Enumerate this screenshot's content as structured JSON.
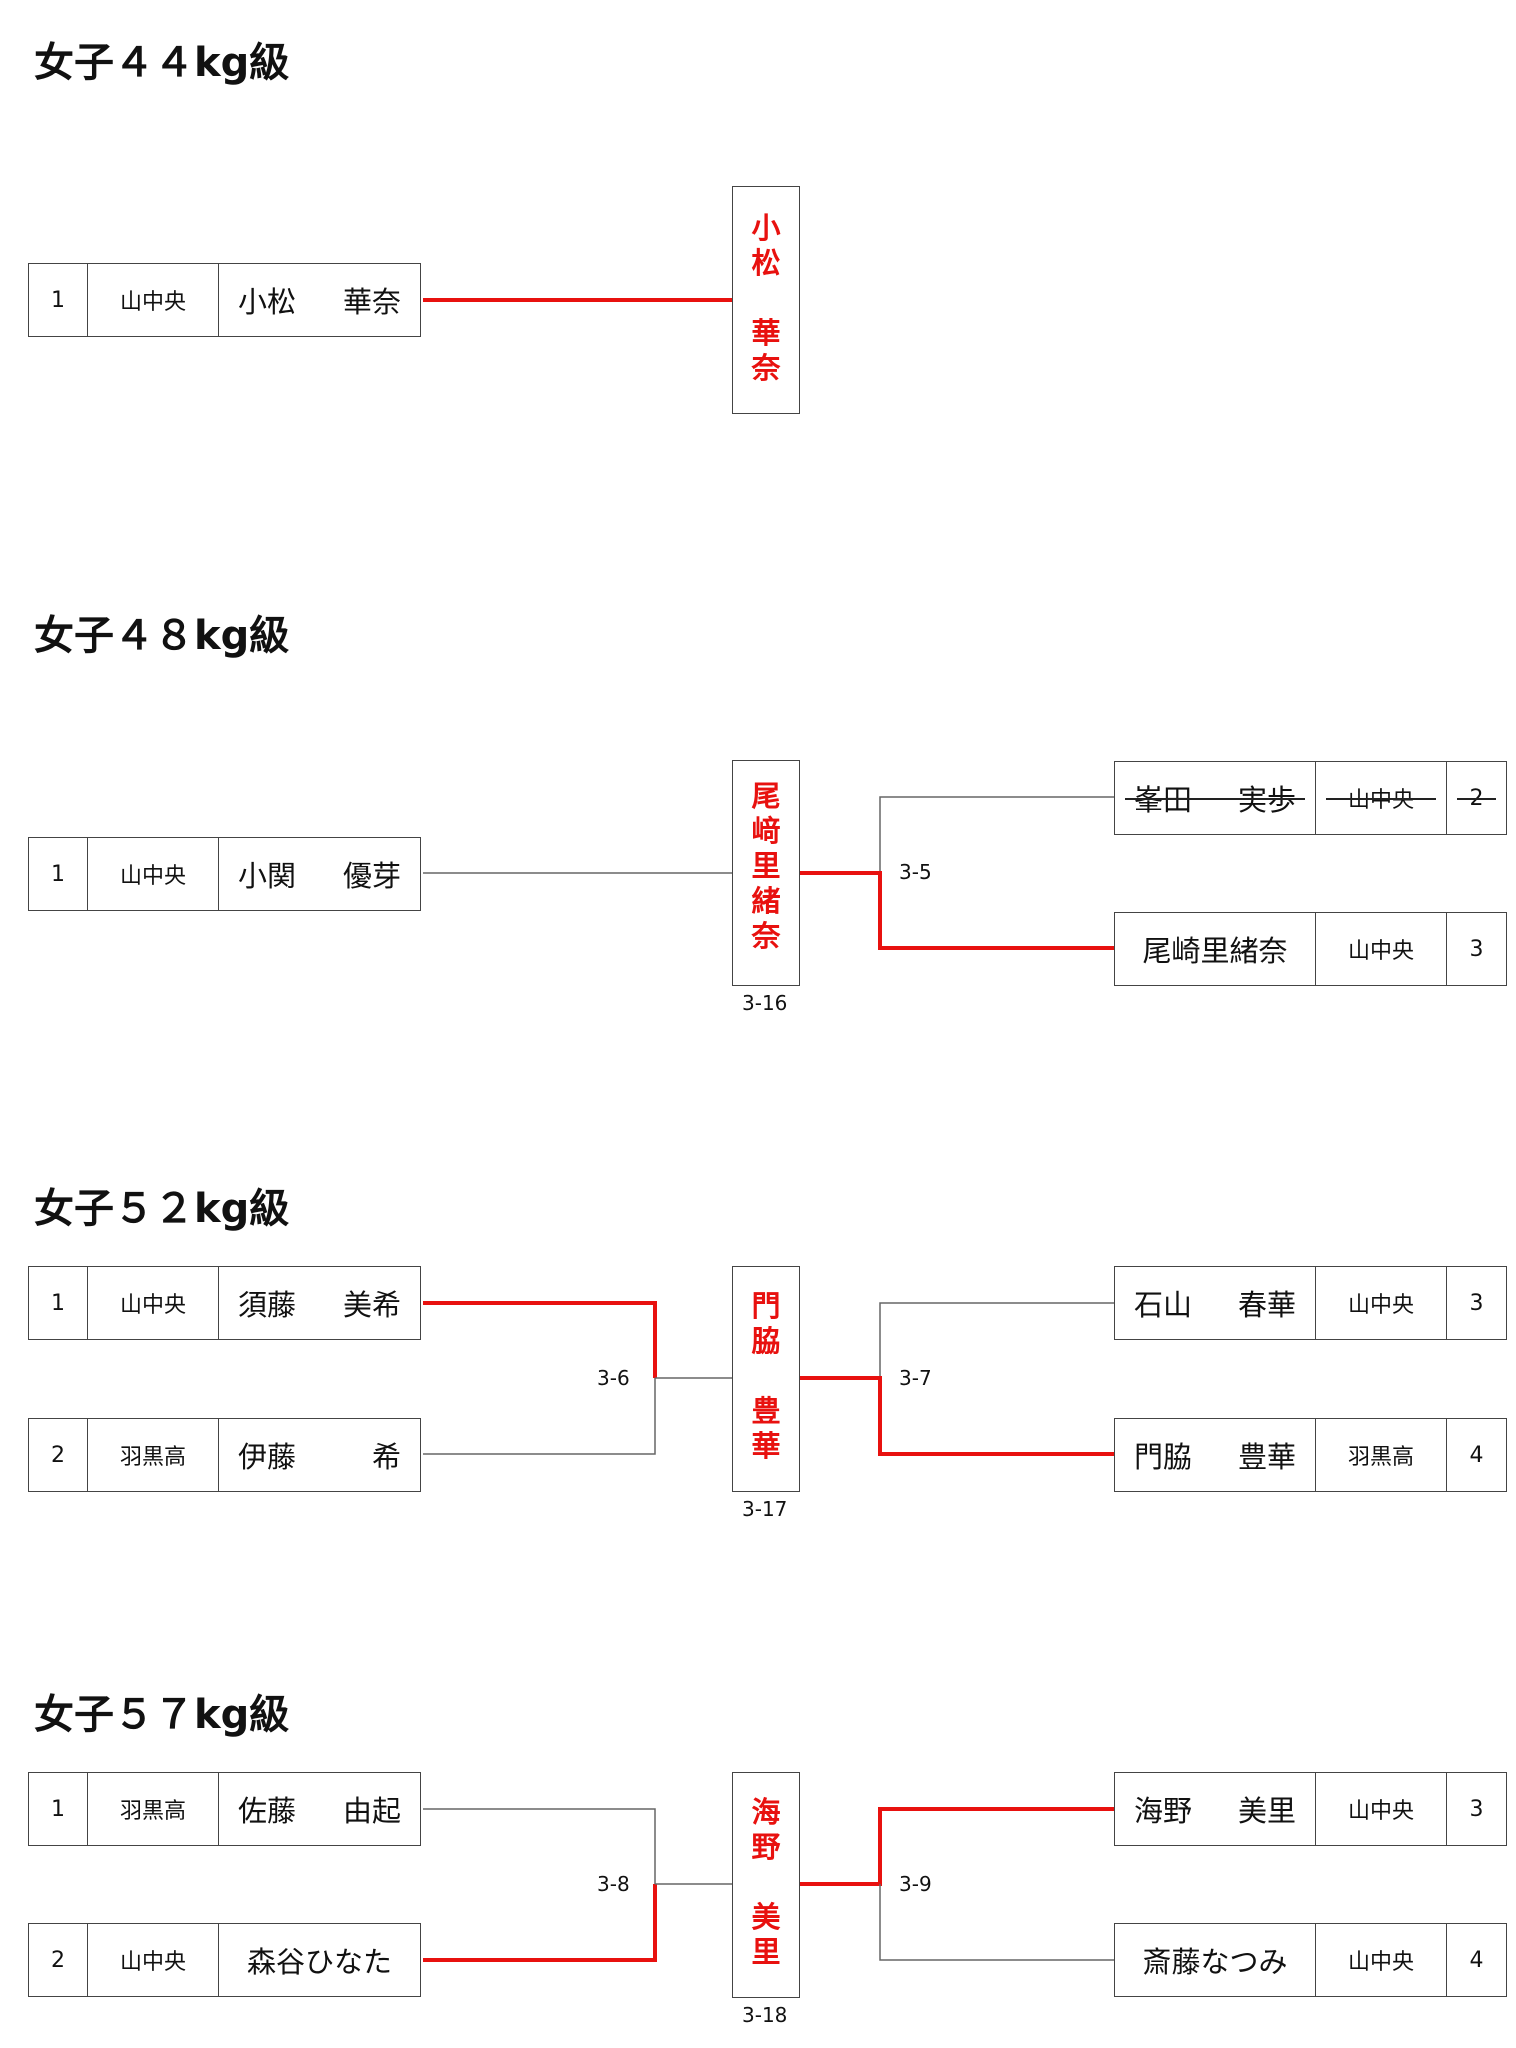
{
  "colors": {
    "win": "#e8110f",
    "line": "#666666",
    "text": "#111111"
  },
  "divisions": [
    {
      "title": "女子４４kg級",
      "left": [
        {
          "seed": "1",
          "school": "山中央",
          "name": [
            "小松",
            "華奈"
          ]
        }
      ],
      "champion": [
        "小",
        "松",
        "",
        "華",
        "奈"
      ]
    },
    {
      "title": "女子４８kg級",
      "left": [
        {
          "seed": "1",
          "school": "山中央",
          "name": [
            "小関",
            "優芽"
          ]
        }
      ],
      "right": [
        {
          "seed": "2",
          "school": "山中央",
          "name": [
            "峯田",
            "実歩"
          ]
        },
        {
          "seed": "3",
          "school": "山中央",
          "name": [
            "尾崎里緒奈"
          ]
        }
      ],
      "champion": [
        "尾",
        "﨑",
        "里",
        "緒",
        "奈"
      ],
      "matches": {
        "right": "3-5",
        "final": "3-16"
      }
    },
    {
      "title": "女子５２kg級",
      "left": [
        {
          "seed": "1",
          "school": "山中央",
          "name": [
            "須藤",
            "美希"
          ]
        },
        {
          "seed": "2",
          "school": "羽黒高",
          "name": [
            "伊藤",
            "希"
          ]
        }
      ],
      "right": [
        {
          "seed": "3",
          "school": "山中央",
          "name": [
            "石山",
            "春華"
          ]
        },
        {
          "seed": "4",
          "school": "羽黒高",
          "name": [
            "門脇",
            "豊華"
          ]
        }
      ],
      "champion": [
        "門",
        "脇",
        "",
        "豊",
        "華"
      ],
      "matches": {
        "left": "3-6",
        "right": "3-7",
        "final": "3-17"
      }
    },
    {
      "title": "女子５７kg級",
      "left": [
        {
          "seed": "1",
          "school": "羽黒高",
          "name": [
            "佐藤",
            "由起"
          ]
        },
        {
          "seed": "2",
          "school": "山中央",
          "name": [
            "森谷ひなた"
          ]
        }
      ],
      "right": [
        {
          "seed": "3",
          "school": "山中央",
          "name": [
            "海野",
            "美里"
          ]
        },
        {
          "seed": "4",
          "school": "山中央",
          "name": [
            "斎藤なつみ"
          ]
        }
      ],
      "champion": [
        "海",
        "野",
        "",
        "美",
        "里"
      ],
      "matches": {
        "left": "3-8",
        "right": "3-9",
        "final": "3-18"
      }
    }
  ]
}
